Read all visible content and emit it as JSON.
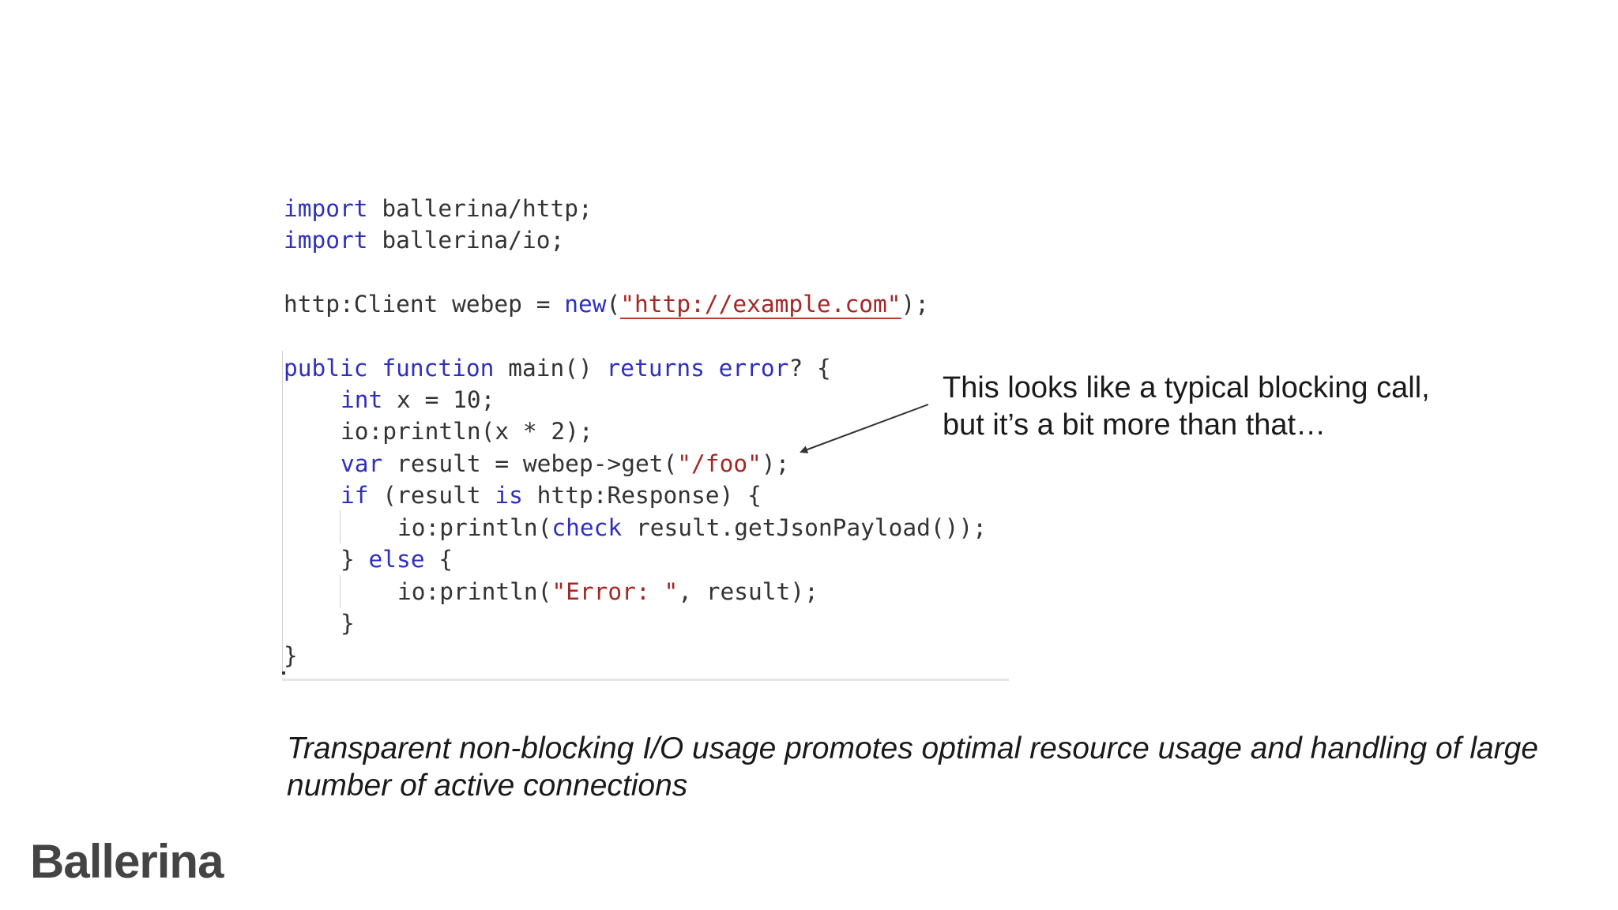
{
  "code": {
    "lines": [
      {
        "kw": "import",
        "rest": " ballerina/http;"
      },
      {
        "kw": "import",
        "rest": " ballerina/io;"
      },
      {
        "pre": "http:Client webep = ",
        "kw": "new",
        "mid": "(",
        "str": "\"http://example.com\"",
        "post": ");"
      },
      {
        "kw1": "public",
        "kw2": "function",
        "mid": " main() ",
        "kw3": "returns",
        "kw4": "error",
        "post": "? {"
      },
      {
        "kw": "int",
        "rest": " x = 10;"
      },
      {
        "text": "io:println(x * 2);"
      },
      {
        "kw": "var",
        "pre": " result = webep->get(",
        "str": "\"/foo\"",
        "post": ");"
      },
      {
        "kw": "if",
        "pre": " (result ",
        "kw2": "is",
        "post": " http:Response) {"
      },
      {
        "pre": "io:println(",
        "kw": "check",
        "post": " result.getJsonPayload());"
      },
      {
        "pre": "} ",
        "kw": "else",
        "post": " {"
      },
      {
        "pre": "io:println(",
        "str": "\"Error: \"",
        "post": ", result);"
      },
      {
        "text": "}"
      },
      {
        "text": "}"
      }
    ]
  },
  "annotation": {
    "line1": "This looks like a typical blocking call,",
    "line2": "but it’s a bit more than that…"
  },
  "caption": {
    "line1": "Transparent non-blocking I/O usage promotes optimal resource usage and handling of large",
    "line2": "number of active connections"
  },
  "logo": {
    "text": "Ballerina"
  },
  "colors": {
    "keyword": "#2f2fbf",
    "string": "#a52626",
    "code_text": "#333333",
    "logo": "#444444"
  }
}
